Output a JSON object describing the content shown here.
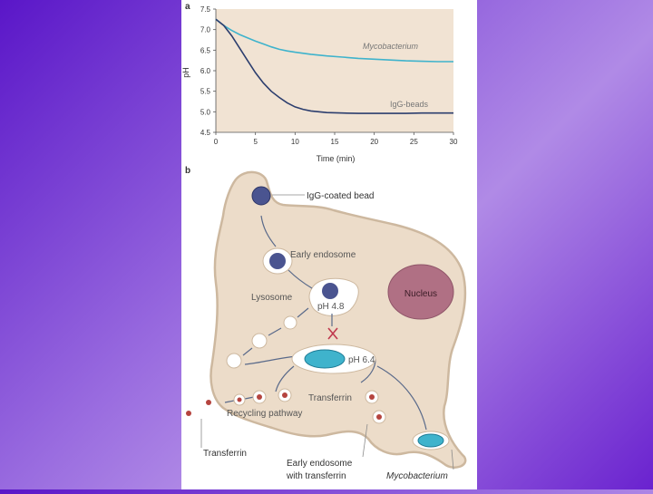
{
  "colors": {
    "background_start": "#5a16c8",
    "background_end": "#6a22cf",
    "panel": "#ffffff",
    "plot_bg": "#f1e3d3",
    "cell_fill": "#ecdcc9",
    "cell_stroke": "#cdb89f",
    "mycobacterium_line": "#3fb3cc",
    "iggbeads_line": "#2c3e6e",
    "nucleus": "#b07084",
    "bead": "#4a5490",
    "arrow": "#5a6a8a",
    "red_cross": "#c0394e",
    "transferrin_dot": "#b5443f"
  },
  "panel_a": {
    "label": "a",
    "chart_data": {
      "type": "line",
      "xlabel": "Time (min)",
      "ylabel": "pH",
      "xlim": [
        0,
        30
      ],
      "ylim": [
        4.5,
        7.5
      ],
      "x_ticks": [
        "0",
        "5",
        "10",
        "15",
        "20",
        "25",
        "30"
      ],
      "y_ticks": [
        "7.5",
        "7.0",
        "6.5",
        "6.0",
        "5.5",
        "5.0",
        "4.5"
      ],
      "grid": false,
      "series": [
        {
          "name": "Mycobacterium",
          "x": [
            0,
            1,
            2,
            3,
            4,
            5,
            6,
            7,
            8,
            9,
            10,
            12,
            14,
            16,
            18,
            20,
            22,
            24,
            26,
            28,
            30
          ],
          "y": [
            7.25,
            7.1,
            6.98,
            6.88,
            6.8,
            6.72,
            6.65,
            6.58,
            6.52,
            6.48,
            6.45,
            6.4,
            6.36,
            6.33,
            6.3,
            6.28,
            6.26,
            6.24,
            6.23,
            6.22,
            6.22
          ]
        },
        {
          "name": "IgG-beads",
          "x": [
            0,
            1,
            2,
            3,
            4,
            5,
            6,
            7,
            8,
            9,
            10,
            11,
            12,
            13,
            14,
            16,
            18,
            20,
            22,
            24,
            26,
            28,
            30
          ],
          "y": [
            7.25,
            7.1,
            6.85,
            6.55,
            6.25,
            5.95,
            5.7,
            5.5,
            5.35,
            5.22,
            5.12,
            5.06,
            5.02,
            5.0,
            4.98,
            4.97,
            4.96,
            4.96,
            4.96,
            4.96,
            4.97,
            4.97,
            4.97
          ]
        }
      ]
    }
  },
  "panel_b": {
    "label": "b",
    "labels": {
      "igg_bead": "IgG-coated bead",
      "early_endosome": "Early endosome",
      "lysosome": "Lysosome",
      "nucleus": "Nucleus",
      "ph_lysosome": "pH 4.8",
      "ph_phagosome": "pH 6.4",
      "transferrin_inner": "Transferrin",
      "recycling_pathway": "Recycling pathway",
      "transferrin_outer": "Transferrin",
      "early_endosome_transferrin_line1": "Early endosome",
      "early_endosome_transferrin_line2": "with transferrin",
      "mycobacterium": "Mycobacterium"
    }
  }
}
